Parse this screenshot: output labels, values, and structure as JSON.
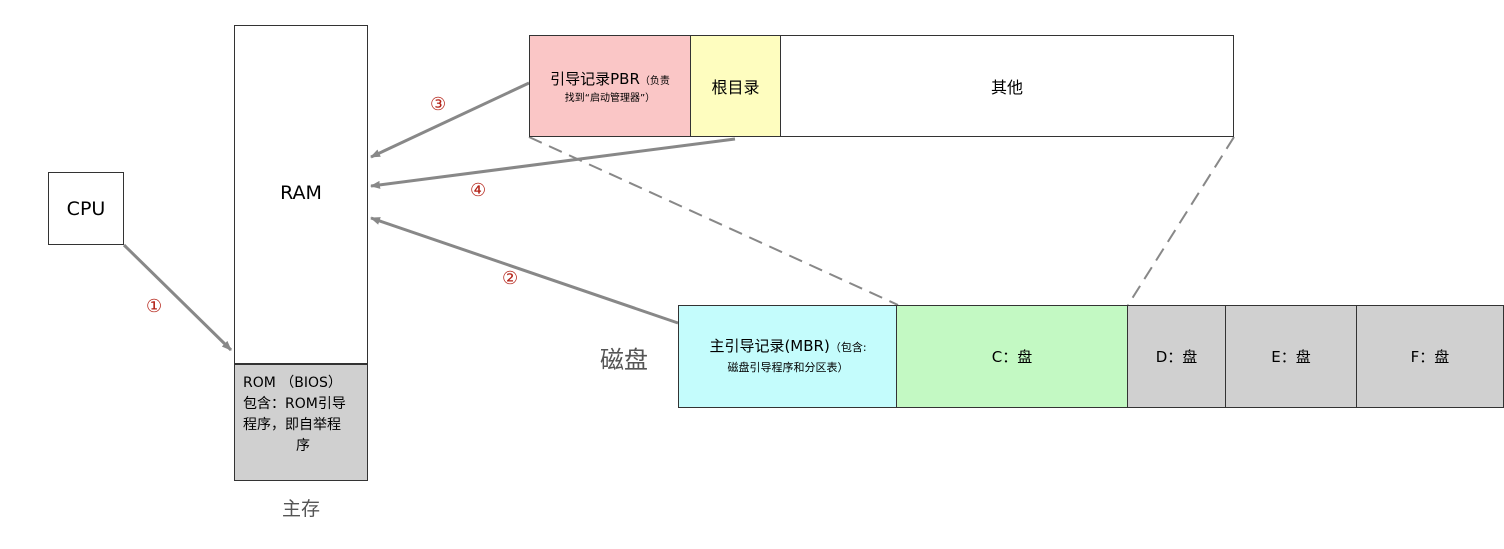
{
  "colors": {
    "arrow": "#888888",
    "step_number": "#b42318",
    "pbr_fill": "#fac6c6",
    "root_fill": "#fefdbf",
    "mbr_fill": "#c4fcfc",
    "c_fill": "#c3f9c3",
    "gray_fill": "#d0d0d0"
  },
  "cpu": {
    "label": "CPU"
  },
  "ram": {
    "label": "RAM"
  },
  "rom": {
    "line1": "ROM （BIOS）",
    "line2": "包含：ROM引导",
    "line3": "程序，即自举程",
    "line4": "序"
  },
  "main_memory": {
    "label": "主存"
  },
  "disk": {
    "label": "磁盘"
  },
  "partition": {
    "pbr_main": "引导记录PBR",
    "pbr_small_a": "（负责",
    "pbr_small_b": "找到“启动管理器”）",
    "root": "根目录",
    "other": "其他"
  },
  "disk_parts": {
    "mbr_main": "主引导记录(MBR)",
    "mbr_small_a": "（包含:",
    "mbr_small_b": "磁盘引导程序和分区表）",
    "c": "C：盘",
    "d": "D：盘",
    "e": "E：盘",
    "f": "F：盘"
  },
  "steps": {
    "s1": "①",
    "s2": "②",
    "s3": "③",
    "s4": "④"
  }
}
